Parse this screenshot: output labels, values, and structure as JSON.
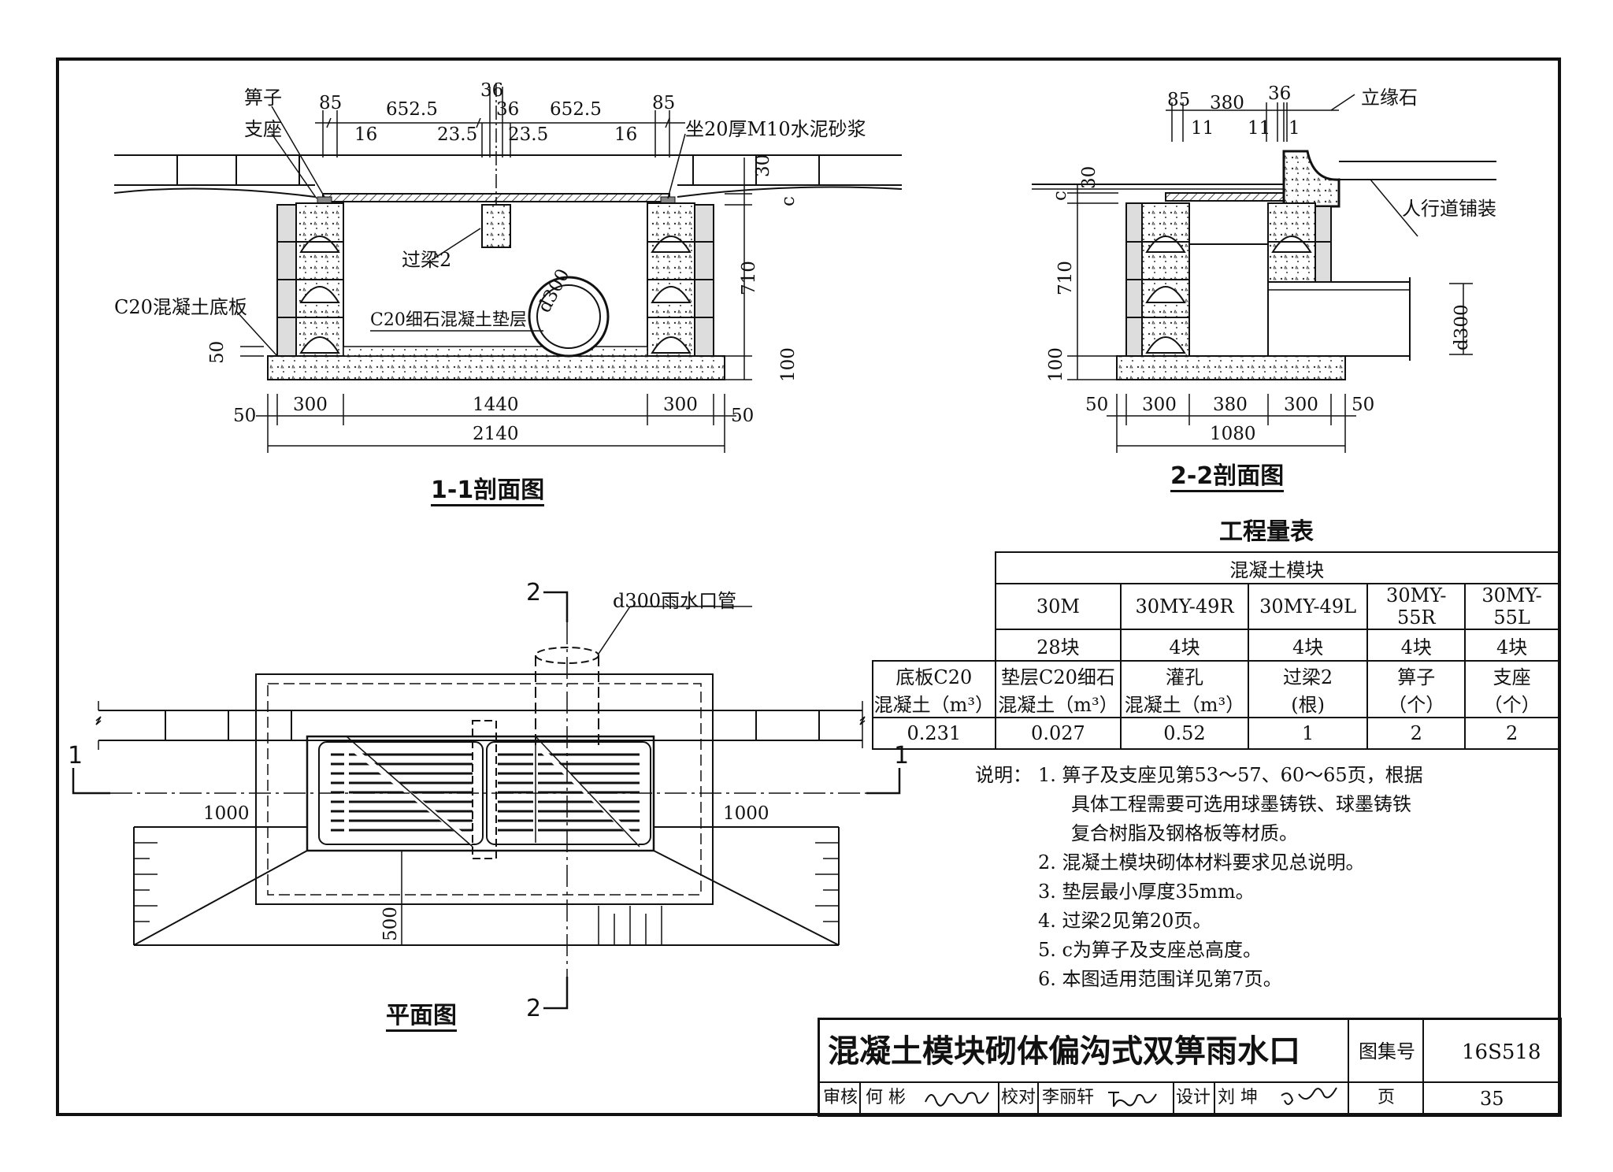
{
  "section_1_1": {
    "title": "1-1剖面图",
    "labels": {
      "grate": "箅子",
      "seat": "支座",
      "mortar": "坐20厚M10水泥砂浆",
      "beam": "过梁2",
      "base_slab": "C20混凝土底板",
      "cushion": "C20细石混凝土垫层",
      "pipe": "d300"
    },
    "top_dims": [
      "85",
      "652.5",
      "36",
      "36",
      "652.5",
      "85",
      "16",
      "23.5",
      "23.5",
      "16"
    ],
    "right_dims": [
      "30",
      "c",
      "710",
      "100"
    ],
    "left_dim": "50",
    "bottom_dims": [
      "50",
      "300",
      "1440",
      "300",
      "50",
      "2140"
    ]
  },
  "section_2_2": {
    "title": "2-2剖面图",
    "labels": {
      "curb": "立缘石",
      "pavement": "人行道铺装",
      "pipe": "d300"
    },
    "top_dims": [
      "85",
      "380",
      "36",
      "11",
      "11",
      "1"
    ],
    "left_dims": [
      "c",
      "30",
      "710",
      "100"
    ],
    "bottom_dims": [
      "50",
      "300",
      "380",
      "300",
      "50",
      "1080"
    ]
  },
  "plan": {
    "title": "平面图",
    "pipe_label": "d300雨水口管",
    "cut_1": "1",
    "cut_2": "2",
    "dims": [
      "1000",
      "1000",
      "500"
    ]
  },
  "quantity_table": {
    "title": "工程量表",
    "group_header": "混凝土模块",
    "block_types": [
      "30M",
      "30MY-49R",
      "30MY-49L",
      "30MY-55R",
      "30MY-55L"
    ],
    "block_counts": [
      "28块",
      "4块",
      "4块",
      "4块",
      "4块"
    ],
    "item_headers": [
      [
        "底板C20",
        "混凝土（m³）"
      ],
      [
        "垫层C20细石",
        "混凝土（m³）"
      ],
      [
        "灌孔",
        "混凝土（m³）"
      ],
      [
        "过梁2",
        "(根)"
      ],
      [
        "箅子",
        "（个）"
      ],
      [
        "支座",
        "（个）"
      ]
    ],
    "item_values": [
      "0.231",
      "0.027",
      "0.52",
      "1",
      "2",
      "2"
    ]
  },
  "notes": {
    "prefix": "说明：",
    "lines": [
      "1.  箅子及支座见第53～57、60～65页，根据",
      "具体工程需要可选用球墨铸铁、球墨铸铁",
      "复合树脂及钢格板等材质。",
      "2.  混凝土模块砌体材料要求见总说明。",
      "3.  垫层最小厚度35mm。",
      "4.  过梁2见第20页。",
      "5.  c为箅子及支座总高度。",
      "6.  本图适用范围详见第7页。"
    ]
  },
  "title_block": {
    "drawing_title": "混凝土模块砌体偏沟式双箅雨水口",
    "atlas_label": "图集号",
    "atlas_no": "16S518",
    "review_label": "审核",
    "reviewer": "何 彬",
    "check_label": "校对",
    "checker": "李丽轩",
    "design_label": "设计",
    "designer": "刘 坤",
    "page_label": "页",
    "page_no": "35"
  }
}
